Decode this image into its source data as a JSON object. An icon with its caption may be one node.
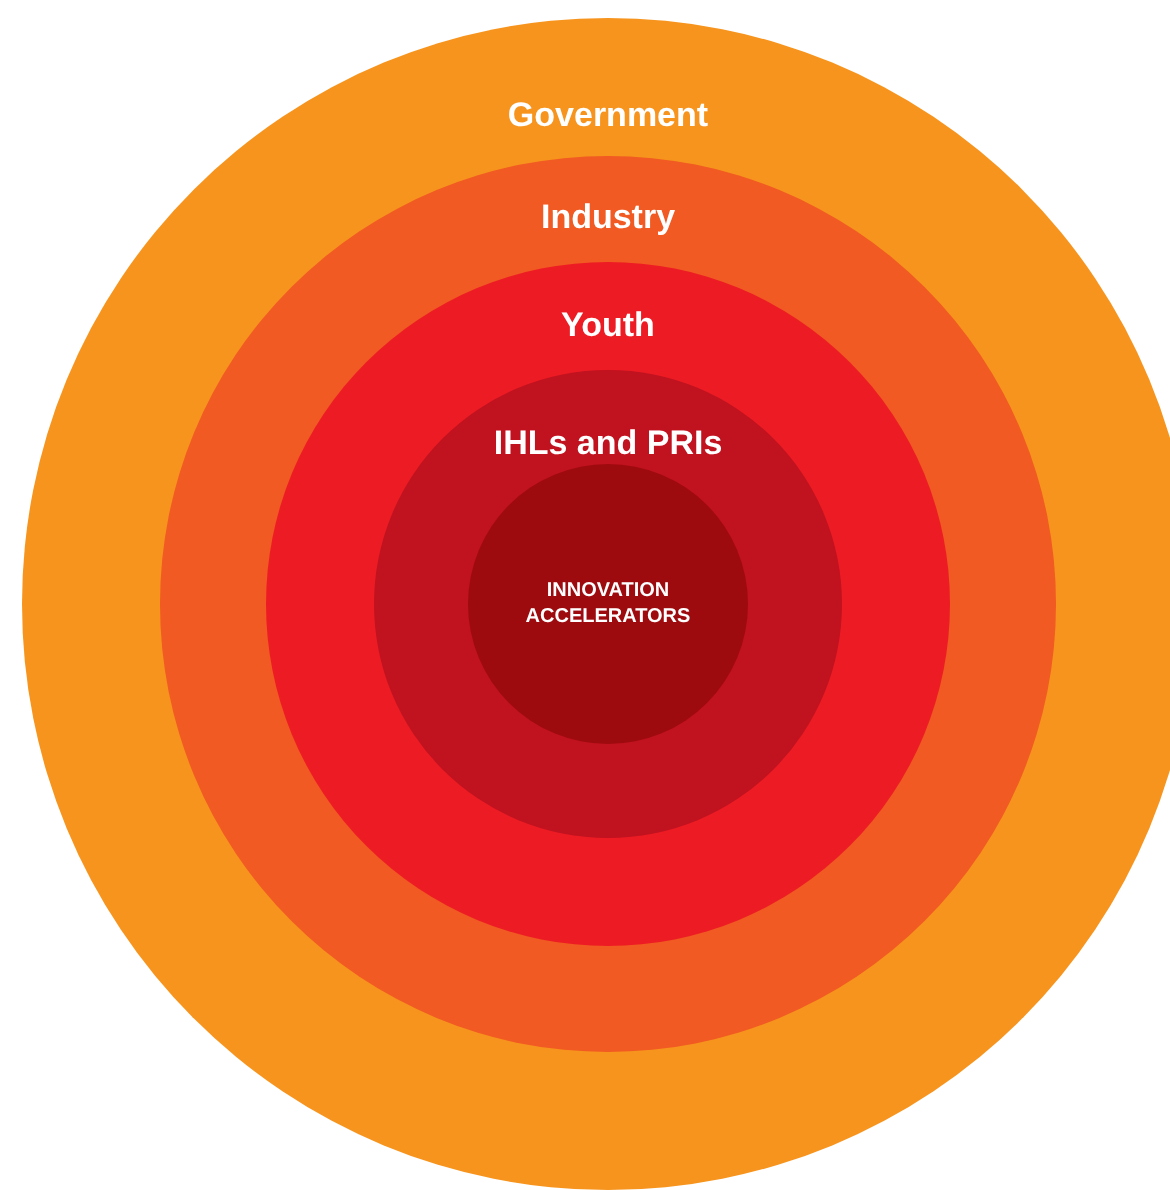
{
  "diagram": {
    "nodes": [
      {
        "text": [
          "Government"
        ]
      },
      {
        "text": [
          "Industry"
        ],
        "in": 0
      },
      {
        "text": [
          "Youth"
        ],
        "in": 1
      },
      {
        "text": [
          "IHLs and PRIs"
        ],
        "in": 2
      },
      {
        "text": [
          "INNOVATION ACCELERATORS"
        ],
        "in": 3
      }
    ]
  }
}
